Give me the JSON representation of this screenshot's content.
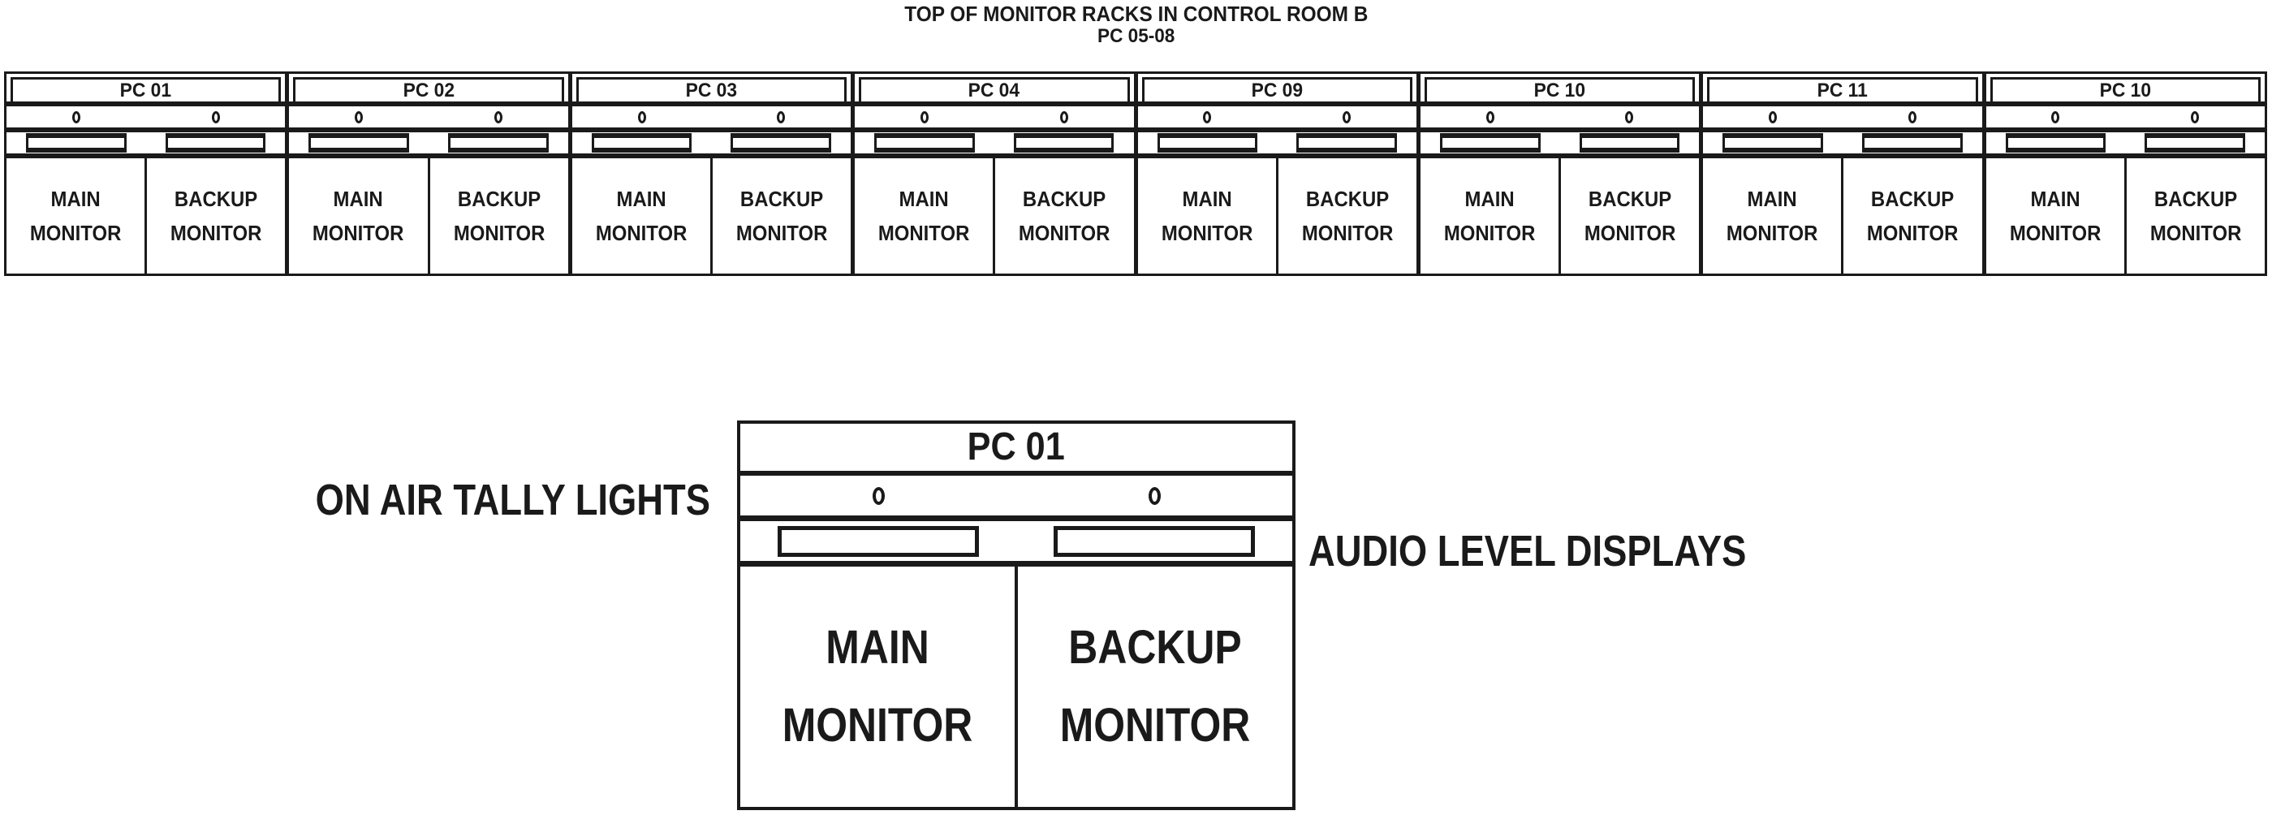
{
  "header": {
    "title": "TOP OF MONITOR RACKS IN CONTROL ROOM B",
    "subtitle": "PC 05-08"
  },
  "rack_strip": {
    "racks": [
      {
        "label": "PC 01",
        "main": "MAIN MONITOR",
        "backup": "BACKUP MONITOR"
      },
      {
        "label": "PC 02",
        "main": "MAIN MONITOR",
        "backup": "BACKUP MONITOR"
      },
      {
        "label": "PC 03",
        "main": "MAIN MONITOR",
        "backup": "BACKUP MONITOR"
      },
      {
        "label": "PC 04",
        "main": "MAIN MONITOR",
        "backup": "BACKUP MONITOR"
      },
      {
        "label": "PC 09",
        "main": "MAIN MONITOR",
        "backup": "BACKUP MONITOR"
      },
      {
        "label": "PC 10",
        "main": "MAIN MONITOR",
        "backup": "BACKUP MONITOR"
      },
      {
        "label": "PC 11",
        "main": "MAIN MONITOR",
        "backup": "BACKUP MONITOR"
      },
      {
        "label": "PC 10",
        "main": "MAIN MONITOR",
        "backup": "BACKUP MONITOR"
      }
    ]
  },
  "detail": {
    "label": "PC 01",
    "main": "MAIN MONITOR",
    "backup": "BACKUP MONITOR",
    "annotations": {
      "tally": "ON AIR TALLY LIGHTS",
      "audio": "AUDIO LEVEL DISPLAYS"
    }
  },
  "colors": {
    "ink": "#1a1a1a",
    "background": "#ffffff"
  }
}
